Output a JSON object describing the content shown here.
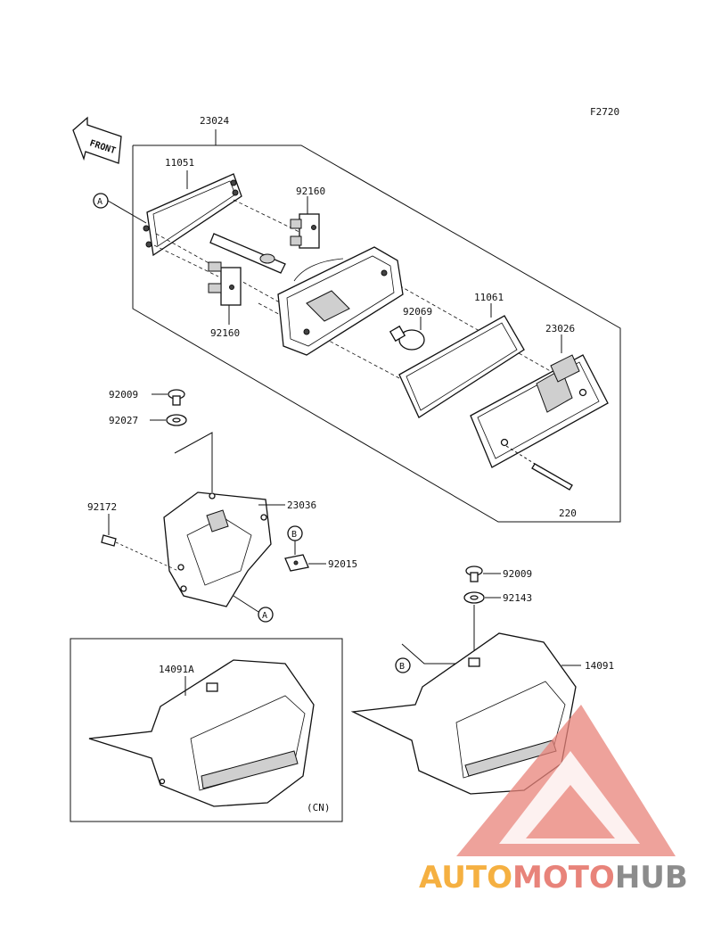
{
  "figure_code": "F2720",
  "front_label": "FRONT",
  "refs": {
    "a": "A",
    "b": "B"
  },
  "region_note": "(CN)",
  "parts": {
    "p23024": "23024",
    "p11051": "11051",
    "p92160_top": "92160",
    "p92160_bottom": "92160",
    "p11061": "11061",
    "p92069": "92069",
    "p23026": "23026",
    "p220": "220",
    "p92009_left": "92009",
    "p92027": "92027",
    "p92172": "92172",
    "p23036": "23036",
    "p92015": "92015",
    "p92009_right": "92009",
    "p92143": "92143",
    "p14091A": "14091A",
    "p14091": "14091"
  },
  "watermark": {
    "part1": "AUTO",
    "part2": "MOTO",
    "part3": "HUB",
    "colors": {
      "auto": "#f5b041",
      "moto": "#e8837a",
      "hub": "#8c8c8c",
      "triangle": "#e8837a"
    }
  }
}
